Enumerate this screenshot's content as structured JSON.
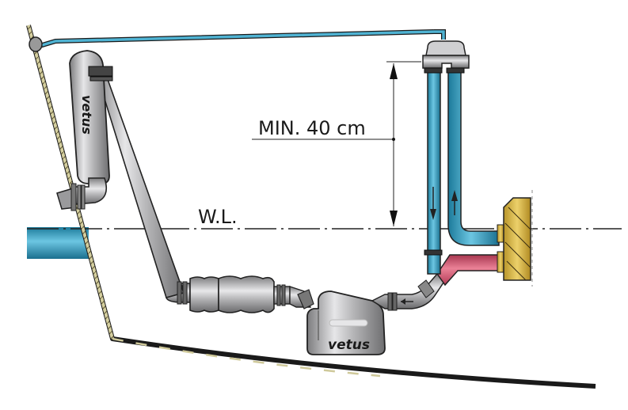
{
  "diagram": {
    "subject": "Marine wet exhaust system installation",
    "labels": {
      "min_height": "MIN. 40 cm",
      "waterline": "W.L."
    },
    "brand_marks": {
      "gooseneck": "vetus",
      "waterlock": "vetus"
    },
    "components": [
      {
        "id": "hull",
        "name": "Hull"
      },
      {
        "id": "gooseneck",
        "name": "Gooseneck (swan neck)"
      },
      {
        "id": "exhaust-outlet",
        "name": "Transom exhaust outlet"
      },
      {
        "id": "exhaust-hose",
        "name": "Exhaust hose"
      },
      {
        "id": "silencer",
        "name": "In-line silencer"
      },
      {
        "id": "waterlock",
        "name": "Waterlock muffler"
      },
      {
        "id": "vented-loop",
        "name": "Vented loop / anti-siphon"
      },
      {
        "id": "engine",
        "name": "Engine (water-injected elbow)"
      },
      {
        "id": "cooling-water-in",
        "name": "Cooling water supply"
      },
      {
        "id": "cooling-water-out",
        "name": "Cooling water return"
      },
      {
        "id": "exhaust-mix",
        "name": "Exhaust/water injection"
      }
    ],
    "flow_arrows": [
      "down",
      "up",
      "left"
    ],
    "colors": {
      "water_blue": "#3aa6c8",
      "water_blue_dark": "#1d7fa0",
      "exhaust_red": "#d2506a",
      "metal_grey": "#a9a9ab",
      "engine_gold": "#d8b43c",
      "hull_tan": "#cfc99a"
    }
  }
}
